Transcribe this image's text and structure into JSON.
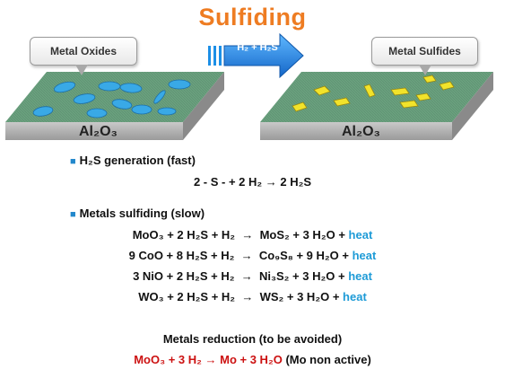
{
  "title": "Sulfiding",
  "callouts": {
    "left": "Metal Oxides",
    "right": "Metal Sulfides"
  },
  "arrow_label": "H₂ + H₂S",
  "slabs": {
    "left_label": "Al₂O₃",
    "right_label": "Al₂O₃"
  },
  "colors": {
    "title": "#ee7c22",
    "slab_top": "#6aa07e",
    "oxide": "#39a9e6",
    "sulfide": "#f2e32b",
    "heat": "#1e9bd7",
    "reduction": "#cc1111",
    "bullet": "#2288cc",
    "arrow": "#1c8fe6"
  },
  "section1": {
    "heading": "H₂S generation (fast)",
    "equation": "2 - S - + 2 H₂ → 2 H₂S"
  },
  "section2": {
    "heading": "Metals sulfiding (slow)",
    "reactions": [
      {
        "lhs": "MoO₃ + 2 H₂S + H₂",
        "arrow": "→",
        "rhs": "MoS₂ + 3 H₂O +",
        "heat": "heat"
      },
      {
        "lhs": "9 CoO  + 8 H₂S + H₂",
        "arrow": "→",
        "rhs": "Co₉S₈ + 9 H₂O +",
        "heat": "heat"
      },
      {
        "lhs": "3 NiO + 2 H₂S  + H₂",
        "arrow": "→",
        "rhs": "Ni₃S₂ + 3 H₂O +",
        "heat": "heat"
      },
      {
        "lhs": "WO₃ + 2 H₂S  + H₂",
        "arrow": "→",
        "rhs": "WS₂ + 3 H₂O +",
        "heat": "heat"
      }
    ]
  },
  "section3": {
    "heading": "Metals reduction (to be avoided)",
    "equation_red": "MoO₃ + 3 H₂ → Mo + 3 H₂O",
    "equation_note": "(Mo non active)"
  }
}
